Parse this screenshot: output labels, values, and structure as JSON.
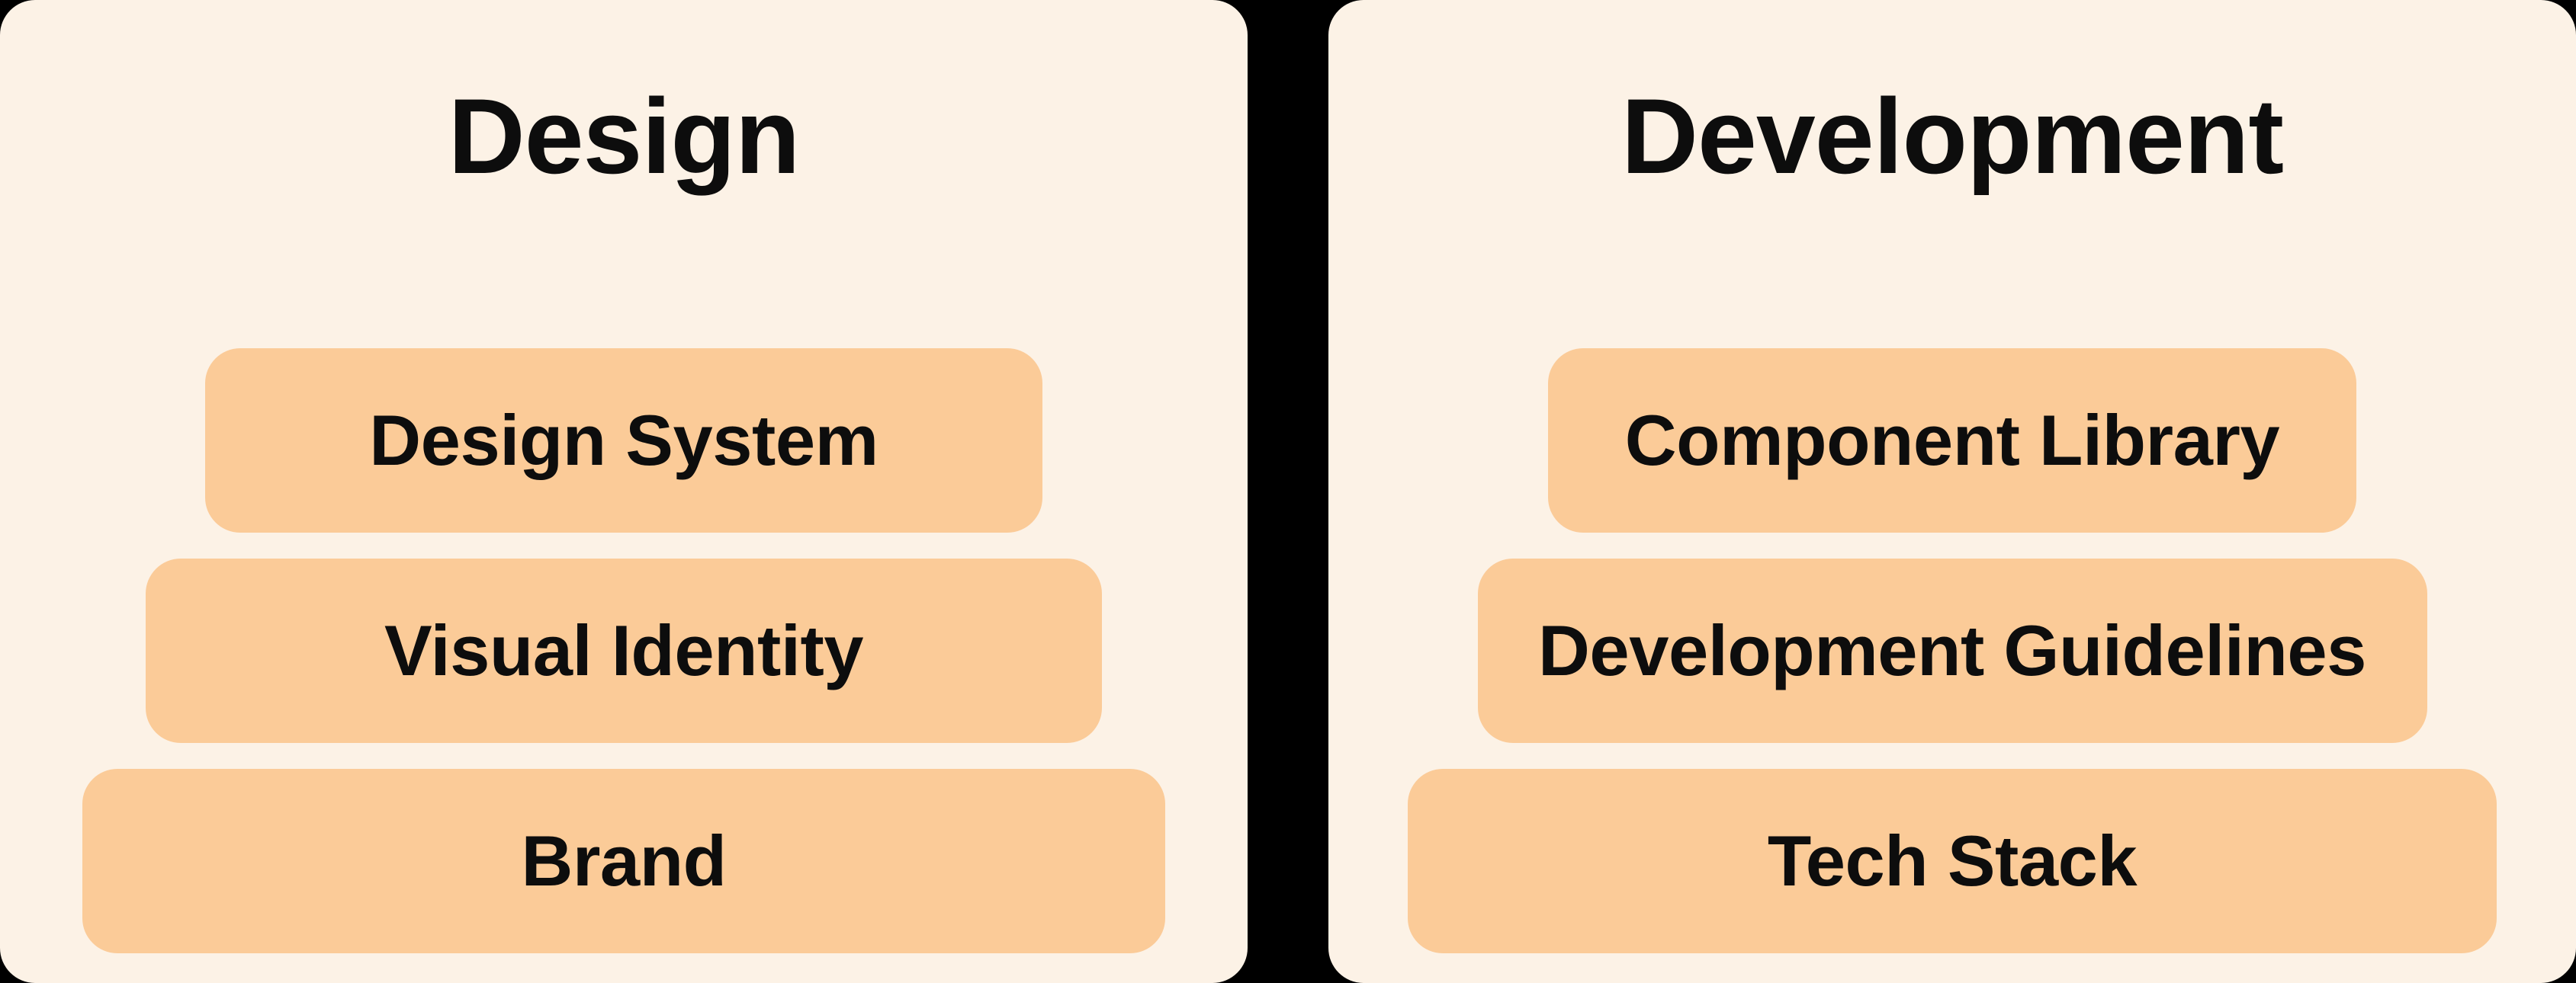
{
  "colors": {
    "background": "#000000",
    "card_background": "#FCF2E6",
    "pill_background": "#FBCB98",
    "text": "#0D0D0D"
  },
  "cards": [
    {
      "title": "Design",
      "items": [
        {
          "label": "Design System"
        },
        {
          "label": "Visual Identity"
        },
        {
          "label": "Brand"
        }
      ]
    },
    {
      "title": "Development",
      "items": [
        {
          "label": "Component Library"
        },
        {
          "label": "Development Guidelines"
        },
        {
          "label": "Tech Stack"
        }
      ]
    }
  ]
}
